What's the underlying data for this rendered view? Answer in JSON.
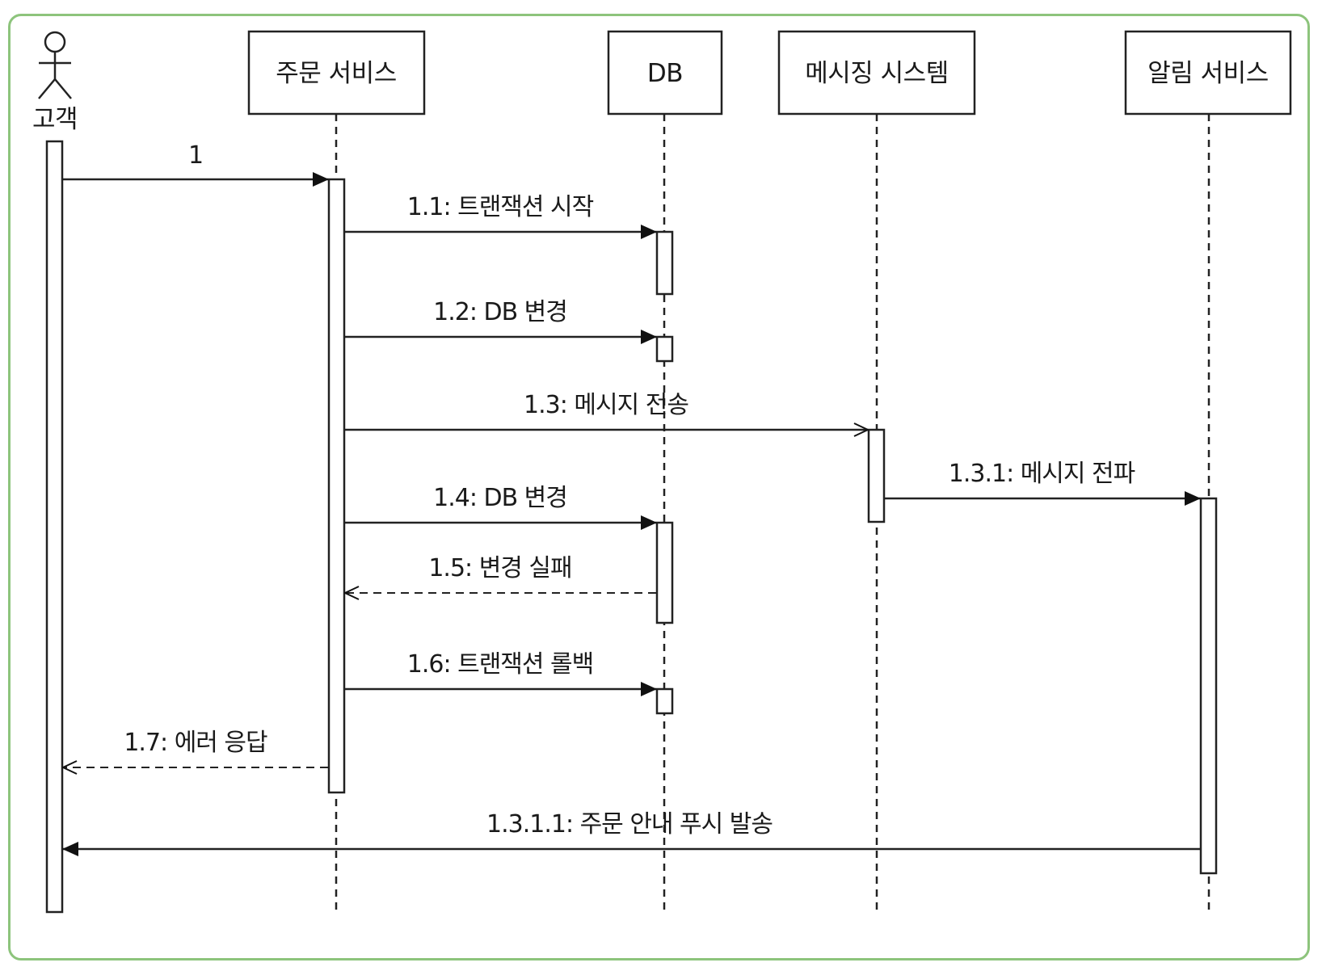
{
  "diagram": {
    "type": "uml-sequence",
    "frame_color": "#8dc47c",
    "line_color": "#222222",
    "participants": [
      {
        "id": "customer",
        "label": "고객",
        "kind": "actor"
      },
      {
        "id": "order",
        "label": "주문 서비스",
        "kind": "box"
      },
      {
        "id": "db",
        "label": "DB",
        "kind": "box"
      },
      {
        "id": "messaging",
        "label": "메시징 시스템",
        "kind": "box"
      },
      {
        "id": "notify",
        "label": "알림 서비스",
        "kind": "box"
      }
    ],
    "messages": [
      {
        "id": "m1",
        "label": "1",
        "from": "customer",
        "to": "order",
        "style": "sync"
      },
      {
        "id": "m1_1",
        "label": "1.1: 트랜잭션 시작",
        "from": "order",
        "to": "db",
        "style": "sync"
      },
      {
        "id": "m1_2",
        "label": "1.2: DB 변경",
        "from": "order",
        "to": "db",
        "style": "sync"
      },
      {
        "id": "m1_3",
        "label": "1.3: 메시지 전송",
        "from": "order",
        "to": "messaging",
        "style": "async"
      },
      {
        "id": "m1_3_1",
        "label": "1.3.1: 메시지 전파",
        "from": "messaging",
        "to": "notify",
        "style": "sync"
      },
      {
        "id": "m1_4",
        "label": "1.4: DB 변경",
        "from": "order",
        "to": "db",
        "style": "sync"
      },
      {
        "id": "m1_5",
        "label": "1.5: 변경 실패",
        "from": "db",
        "to": "order",
        "style": "return"
      },
      {
        "id": "m1_6",
        "label": "1.6: 트랜잭션 롤백",
        "from": "order",
        "to": "db",
        "style": "sync"
      },
      {
        "id": "m1_7",
        "label": "1.7: 에러 응답",
        "from": "order",
        "to": "customer",
        "style": "return"
      },
      {
        "id": "m1_3_1_1",
        "label": "1.3.1.1: 주문 안내 푸시 발송",
        "from": "notify",
        "to": "customer",
        "style": "sync"
      }
    ]
  }
}
